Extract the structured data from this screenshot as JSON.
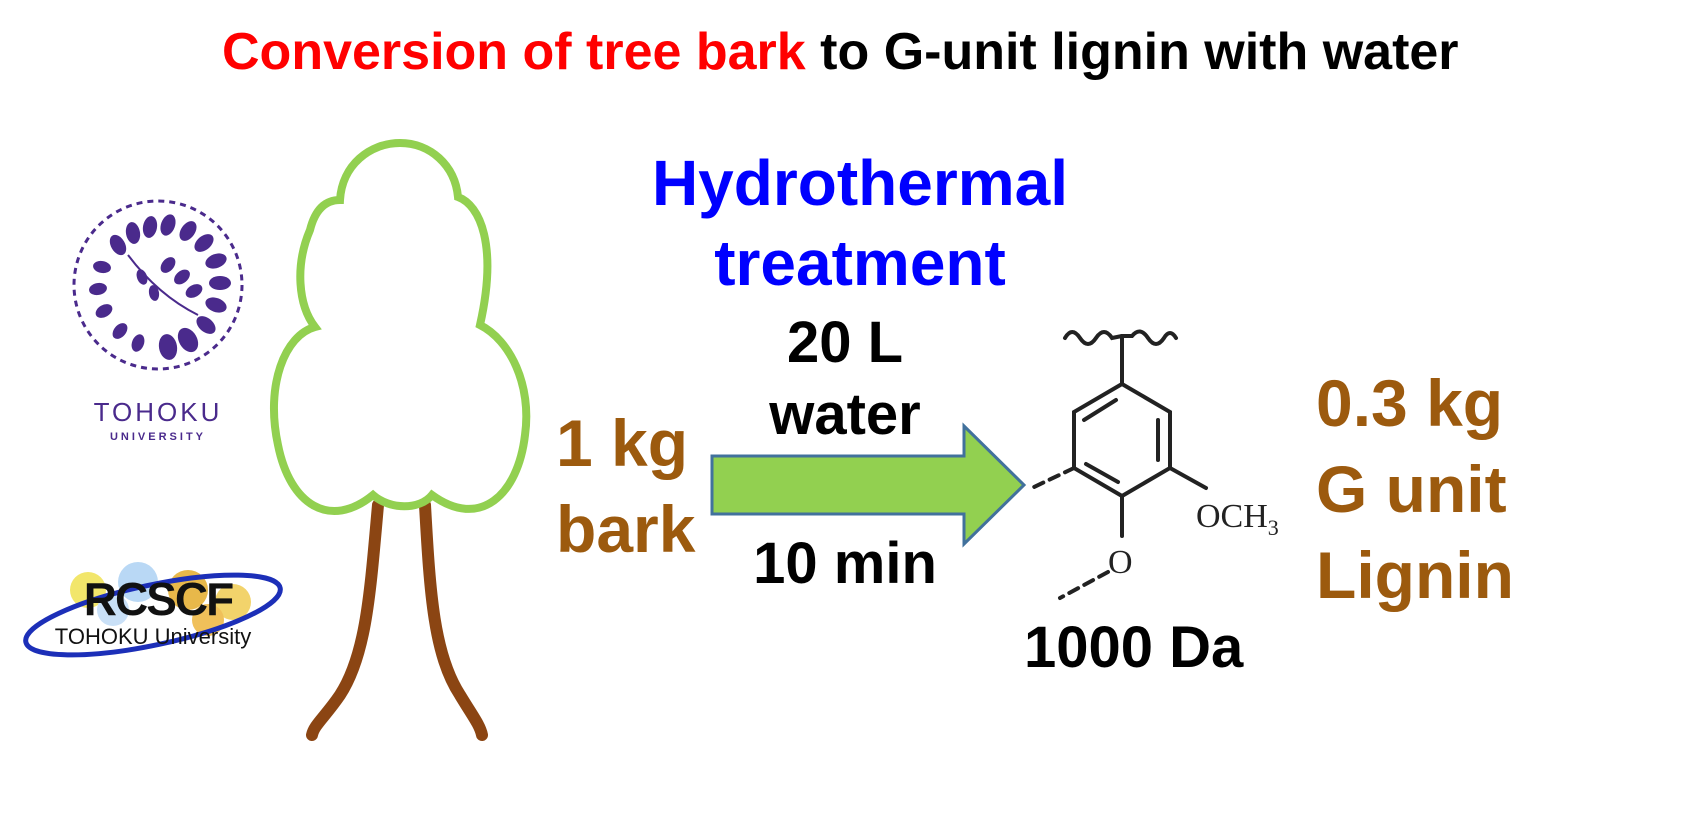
{
  "title": {
    "part_red": "Conversion of tree bark",
    "part_black": " to G-unit lignin with water"
  },
  "process": {
    "method_line1": "Hydrothermal",
    "method_line2": "treatment",
    "water_line1": "20 L",
    "water_line2": "water",
    "time": "10 min"
  },
  "input": {
    "line1": "1 kg",
    "line2": "bark"
  },
  "output": {
    "line1": "0.3 kg",
    "line2": "G unit",
    "line3": "Lignin",
    "mass": "1000 Da",
    "och3_label": "OCH",
    "och3_sub": "3",
    "o_label": "O"
  },
  "logos": {
    "tohoku_name": "TOHOKU",
    "tohoku_sub": "UNIVERSITY",
    "rcscf_name": "RCSCF",
    "rcscf_sub": "TOHOKU University"
  },
  "colors": {
    "title_red": "#ff0000",
    "method_blue": "#0000ff",
    "quantity_brown": "#9c5a0e",
    "arrow_green": "#92d050",
    "arrow_border": "#41719c",
    "tree_outline": "#92d050",
    "trunk_brown": "#8b4513",
    "tohoku_purple": "#4a2a8c"
  }
}
